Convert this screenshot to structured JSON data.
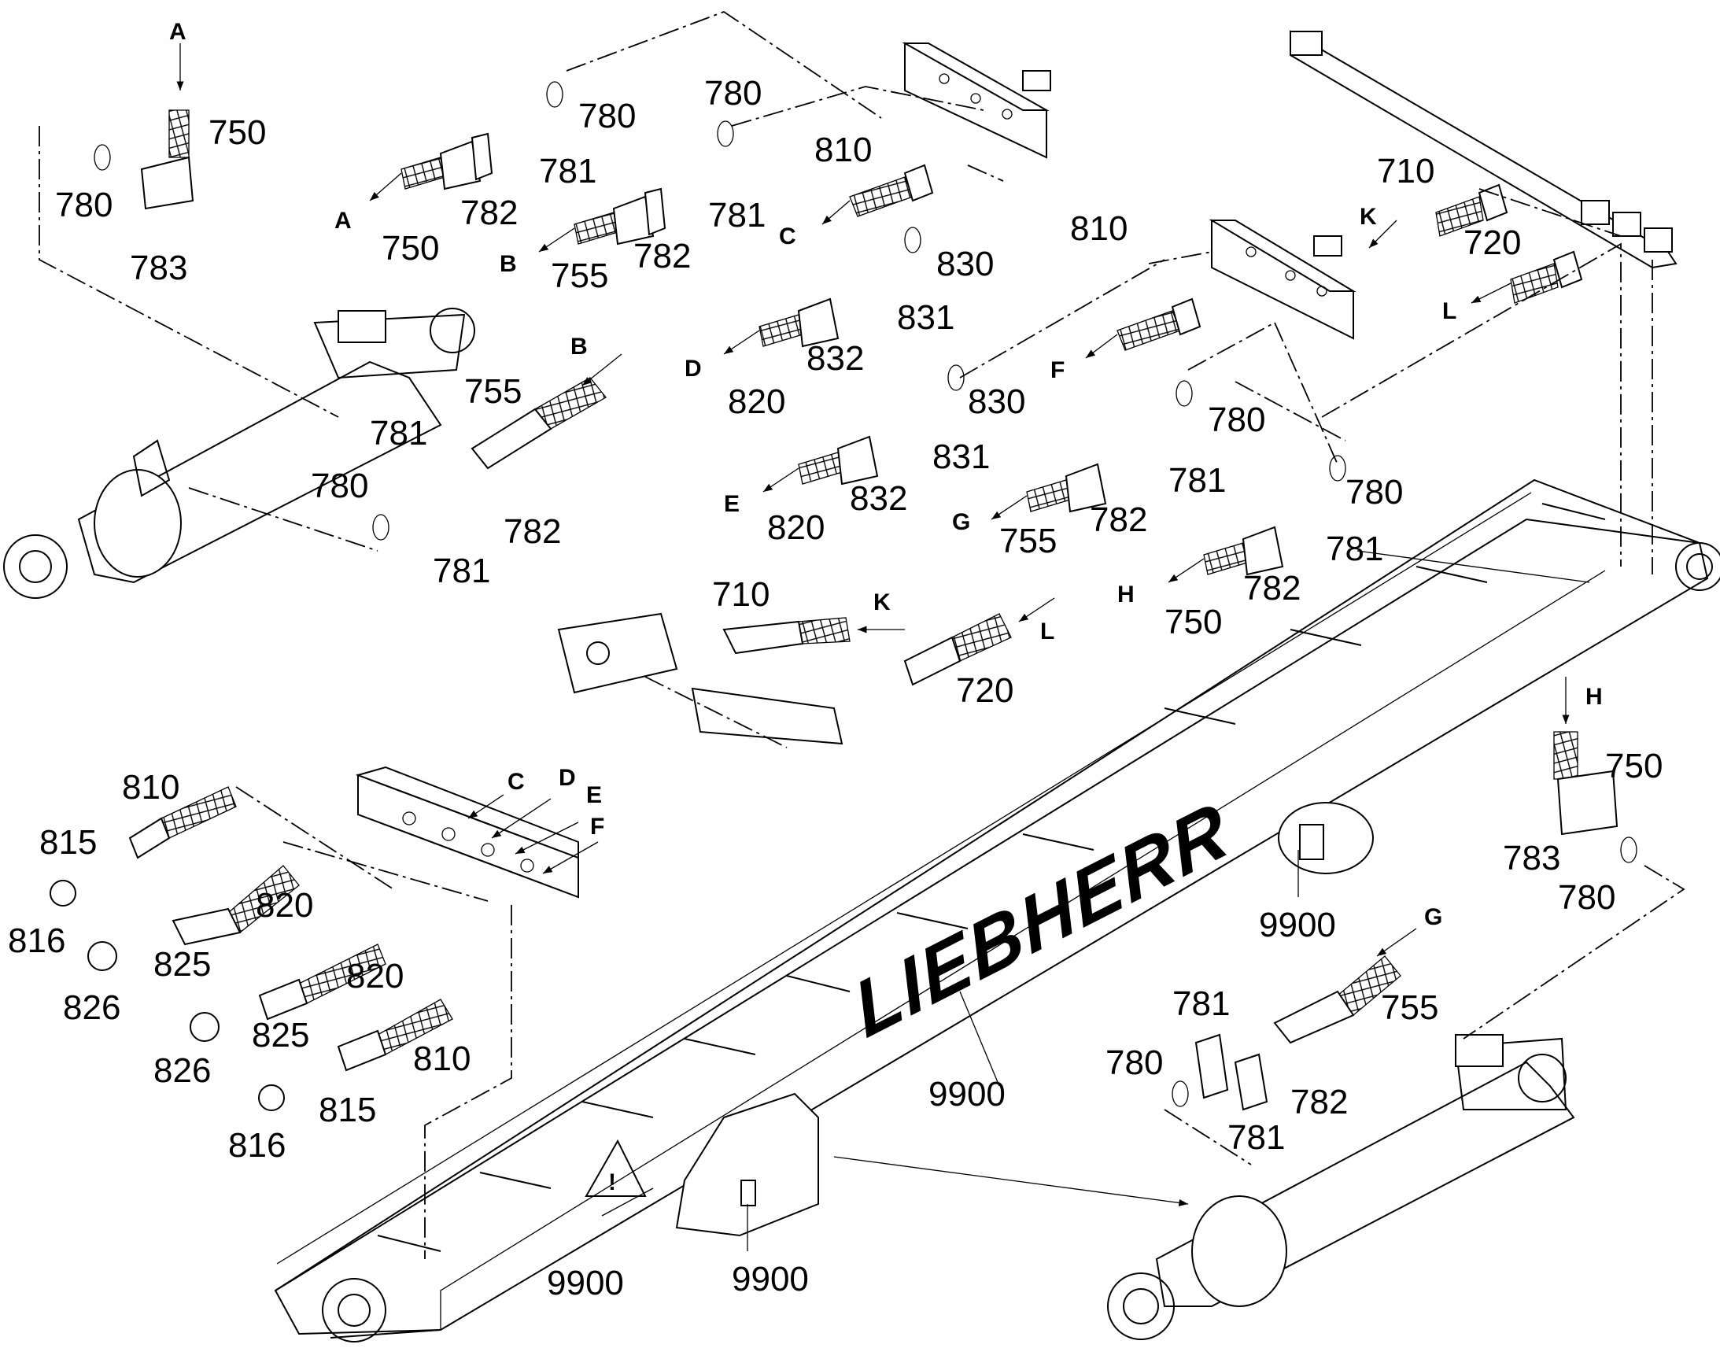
{
  "brand": "LIEBHERR",
  "callouts": [
    {
      "id": "c1",
      "text": "780"
    },
    {
      "id": "c2",
      "text": "750"
    },
    {
      "id": "c3",
      "text": "783"
    },
    {
      "id": "c4",
      "text": "750"
    },
    {
      "id": "c5",
      "text": "782"
    },
    {
      "id": "c6",
      "text": "781"
    },
    {
      "id": "c7",
      "text": "780"
    },
    {
      "id": "c8",
      "text": "780"
    },
    {
      "id": "c9",
      "text": "781"
    },
    {
      "id": "c10",
      "text": "782"
    },
    {
      "id": "c11",
      "text": "755"
    },
    {
      "id": "c12",
      "text": "810"
    },
    {
      "id": "c13",
      "text": "830"
    },
    {
      "id": "c14",
      "text": "831"
    },
    {
      "id": "c15",
      "text": "832"
    },
    {
      "id": "c16",
      "text": "820"
    },
    {
      "id": "c17",
      "text": "830"
    },
    {
      "id": "c18",
      "text": "831"
    },
    {
      "id": "c19",
      "text": "832"
    },
    {
      "id": "c20",
      "text": "820"
    },
    {
      "id": "c21",
      "text": "810"
    },
    {
      "id": "c22",
      "text": "780"
    },
    {
      "id": "c23",
      "text": "781"
    },
    {
      "id": "c24",
      "text": "782"
    },
    {
      "id": "c25",
      "text": "755"
    },
    {
      "id": "c26",
      "text": "780"
    },
    {
      "id": "c27",
      "text": "781"
    },
    {
      "id": "c28",
      "text": "782"
    },
    {
      "id": "c29",
      "text": "750"
    },
    {
      "id": "c30",
      "text": "710"
    },
    {
      "id": "c31",
      "text": "720"
    },
    {
      "id": "c32",
      "text": "755"
    },
    {
      "id": "c33",
      "text": "781"
    },
    {
      "id": "c34",
      "text": "780"
    },
    {
      "id": "c35",
      "text": "782"
    },
    {
      "id": "c36",
      "text": "781"
    },
    {
      "id": "c37",
      "text": "710"
    },
    {
      "id": "c38",
      "text": "720"
    },
    {
      "id": "c39",
      "text": "810"
    },
    {
      "id": "c40",
      "text": "815"
    },
    {
      "id": "c41",
      "text": "816"
    },
    {
      "id": "c42",
      "text": "820"
    },
    {
      "id": "c43",
      "text": "825"
    },
    {
      "id": "c44",
      "text": "826"
    },
    {
      "id": "c45",
      "text": "820"
    },
    {
      "id": "c46",
      "text": "825"
    },
    {
      "id": "c47",
      "text": "826"
    },
    {
      "id": "c48",
      "text": "810"
    },
    {
      "id": "c49",
      "text": "815"
    },
    {
      "id": "c50",
      "text": "816"
    },
    {
      "id": "c51",
      "text": "750"
    },
    {
      "id": "c52",
      "text": "783"
    },
    {
      "id": "c53",
      "text": "780"
    },
    {
      "id": "c54",
      "text": "9900"
    },
    {
      "id": "c55",
      "text": "9900"
    },
    {
      "id": "c56",
      "text": "9900"
    },
    {
      "id": "c57",
      "text": "9900"
    },
    {
      "id": "c58",
      "text": "781"
    },
    {
      "id": "c59",
      "text": "755"
    },
    {
      "id": "c60",
      "text": "780"
    },
    {
      "id": "c61",
      "text": "782"
    },
    {
      "id": "c62",
      "text": "781"
    }
  ],
  "letters": [
    {
      "id": "l1",
      "text": "A"
    },
    {
      "id": "l2",
      "text": "A"
    },
    {
      "id": "l3",
      "text": "B"
    },
    {
      "id": "l4",
      "text": "C"
    },
    {
      "id": "l5",
      "text": "B"
    },
    {
      "id": "l6",
      "text": "D"
    },
    {
      "id": "l7",
      "text": "E"
    },
    {
      "id": "l8",
      "text": "F"
    },
    {
      "id": "l9",
      "text": "G"
    },
    {
      "id": "l10",
      "text": "H"
    },
    {
      "id": "l11",
      "text": "K"
    },
    {
      "id": "l12",
      "text": "L"
    },
    {
      "id": "l13",
      "text": "K"
    },
    {
      "id": "l14",
      "text": "L"
    },
    {
      "id": "l15",
      "text": "C"
    },
    {
      "id": "l16",
      "text": "D"
    },
    {
      "id": "l17",
      "text": "E"
    },
    {
      "id": "l18",
      "text": "F"
    },
    {
      "id": "l19",
      "text": "H"
    },
    {
      "id": "l20",
      "text": "G"
    }
  ]
}
